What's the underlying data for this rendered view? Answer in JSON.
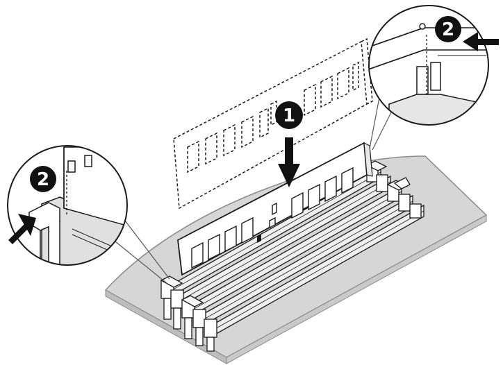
{
  "steps": [
    {
      "number": "1"
    },
    {
      "number": "2"
    },
    {
      "number": "2"
    }
  ],
  "icons": [
    "arrow-down-icon",
    "arrow-left-icon",
    "arrow-up-right-icon"
  ],
  "colors": {
    "line": "#1a1a1a",
    "board": "#d6d6d6",
    "board_edge": "#9a9a9a",
    "badge": "#111111"
  }
}
